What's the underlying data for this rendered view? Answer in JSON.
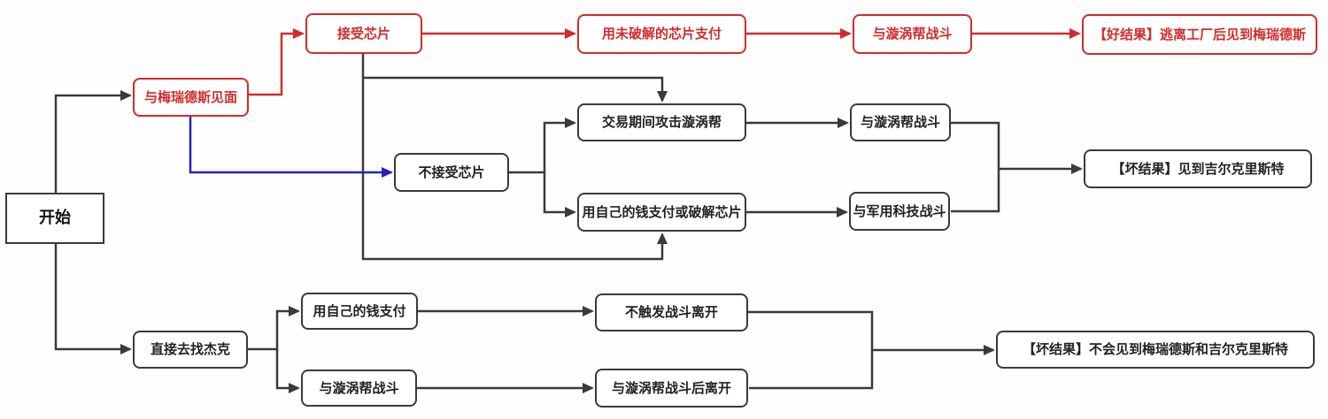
{
  "diagram": {
    "type": "flowchart",
    "language": "zh-CN",
    "colors": {
      "red": "#d32b2b",
      "blue": "#2222bb",
      "black": "#3a3a3a",
      "bg": "#fefefe",
      "node_text": "#222222"
    },
    "nodes": {
      "start": {
        "label": "开始",
        "style": "black-sharp"
      },
      "meet_meredith": {
        "label": "与梅瑞德斯见面",
        "style": "red"
      },
      "accept_chip": {
        "label": "接受芯片",
        "style": "red"
      },
      "pay_uncracked_chip": {
        "label": "用未破解的芯片支付",
        "style": "red"
      },
      "fight_maelstrom_good": {
        "label": "与漩涡帮战斗",
        "style": "red"
      },
      "good_ending": {
        "label": "【好结果】逃离工厂后见到梅瑞德斯",
        "style": "red"
      },
      "attack_during_trade": {
        "label": "交易期间攻击漩涡帮",
        "style": "black"
      },
      "fight_maelstrom_mid": {
        "label": "与漩涡帮战斗",
        "style": "black"
      },
      "reject_chip": {
        "label": "不接受芯片",
        "style": "black"
      },
      "bad_ending_gilchrist": {
        "label": "【坏结果】见到吉尔克里斯特",
        "style": "black"
      },
      "pay_own_or_crack": {
        "label": "用自己的钱支付或破解芯片",
        "style": "black"
      },
      "fight_militech": {
        "label": "与军用科技战斗",
        "style": "black"
      },
      "pay_own_money": {
        "label": "用自己的钱支付",
        "style": "black"
      },
      "go_jackie": {
        "label": "直接去找杰克",
        "style": "black"
      },
      "leave_no_fight": {
        "label": "不触发战斗离开",
        "style": "black"
      },
      "fight_maelstrom_bot": {
        "label": "与漩涡帮战斗",
        "style": "black"
      },
      "leave_after_fight": {
        "label": "与漩涡帮战斗后离开",
        "style": "black"
      },
      "bad_ending_neither": {
        "label": "【坏结果】不会见到梅瑞德斯和吉尔克里斯特",
        "style": "black"
      }
    },
    "edges": [
      {
        "from": "start",
        "to": "meet_meredith",
        "color": "black"
      },
      {
        "from": "start",
        "to": "go_jackie",
        "color": "black"
      },
      {
        "from": "meet_meredith",
        "to": "accept_chip",
        "color": "red"
      },
      {
        "from": "meet_meredith",
        "to": "reject_chip",
        "color": "blue"
      },
      {
        "from": "accept_chip",
        "to": "pay_uncracked_chip",
        "color": "red"
      },
      {
        "from": "pay_uncracked_chip",
        "to": "fight_maelstrom_good",
        "color": "red"
      },
      {
        "from": "fight_maelstrom_good",
        "to": "good_ending",
        "color": "red"
      },
      {
        "from": "accept_chip",
        "to": "attack_during_trade",
        "color": "black"
      },
      {
        "from": "accept_chip",
        "to": "pay_own_or_crack",
        "color": "black"
      },
      {
        "from": "reject_chip",
        "to": "attack_during_trade",
        "color": "black"
      },
      {
        "from": "reject_chip",
        "to": "pay_own_or_crack",
        "color": "black"
      },
      {
        "from": "attack_during_trade",
        "to": "fight_maelstrom_mid",
        "color": "black"
      },
      {
        "from": "pay_own_or_crack",
        "to": "fight_militech",
        "color": "black"
      },
      {
        "from": "fight_maelstrom_mid",
        "to": "bad_ending_gilchrist",
        "color": "black"
      },
      {
        "from": "fight_militech",
        "to": "bad_ending_gilchrist",
        "color": "black"
      },
      {
        "from": "go_jackie",
        "to": "pay_own_money",
        "color": "black"
      },
      {
        "from": "go_jackie",
        "to": "fight_maelstrom_bot",
        "color": "black"
      },
      {
        "from": "pay_own_money",
        "to": "leave_no_fight",
        "color": "black"
      },
      {
        "from": "fight_maelstrom_bot",
        "to": "leave_after_fight",
        "color": "black"
      },
      {
        "from": "leave_no_fight",
        "to": "bad_ending_neither",
        "color": "black"
      },
      {
        "from": "leave_after_fight",
        "to": "bad_ending_neither",
        "color": "black"
      }
    ]
  }
}
